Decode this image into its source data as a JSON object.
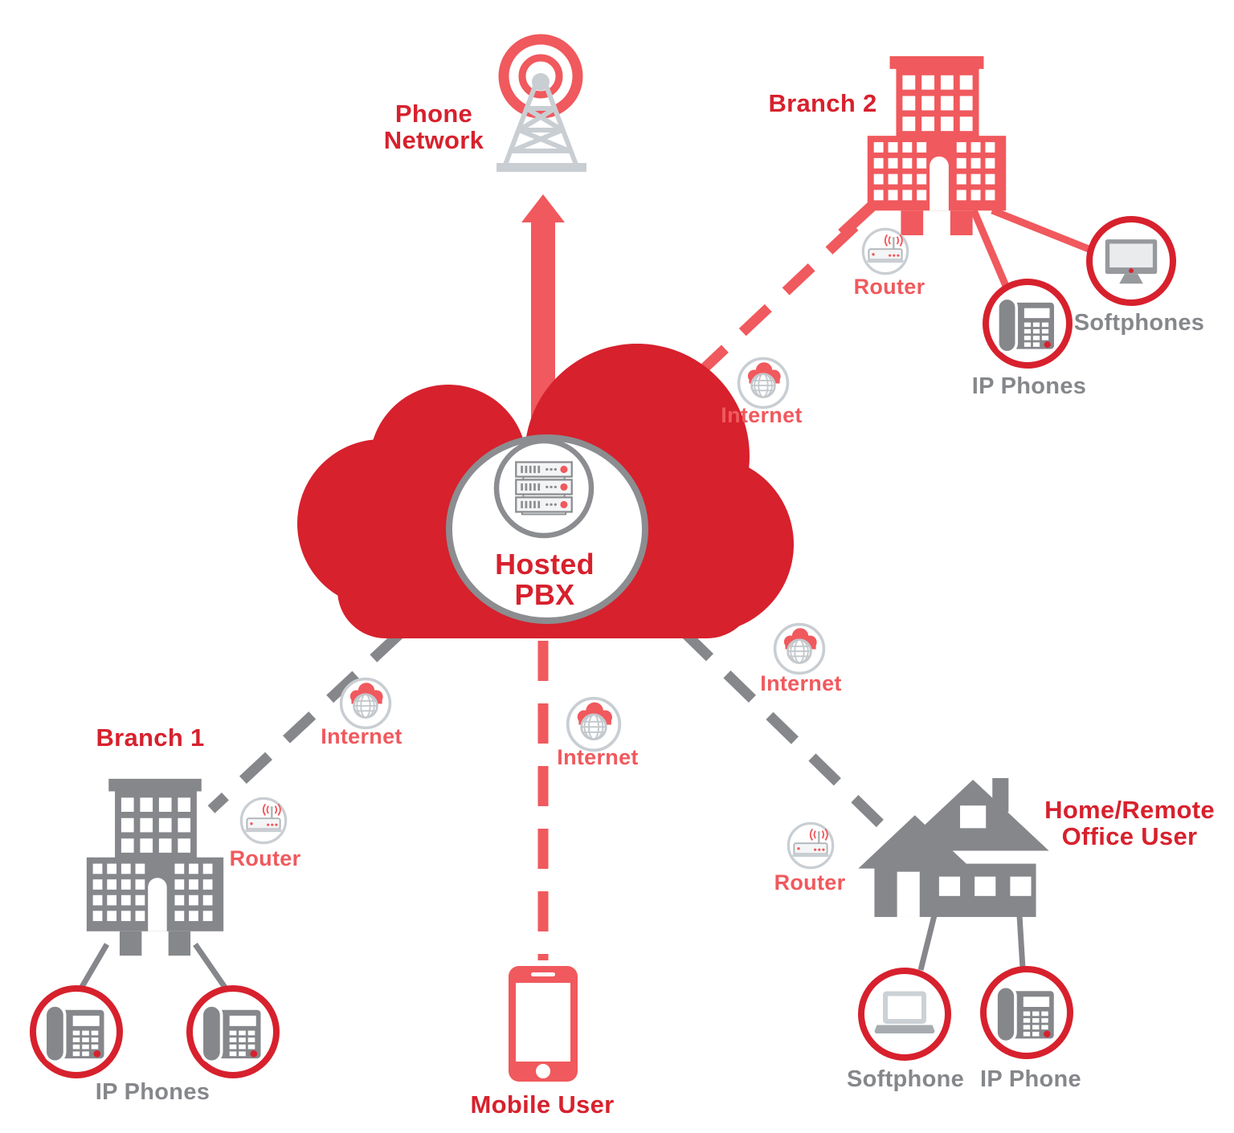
{
  "title": "Hosted PBX Network Diagram",
  "colors": {
    "brand_red": "#d7212d",
    "coral": "#f0595d",
    "gray": "#85878b",
    "light_gray": "#c9ced3",
    "white": "#ffffff"
  },
  "nodes": {
    "phone_network": {
      "label_line1": "Phone",
      "label_line2": "Network"
    },
    "hosted_pbx": {
      "label_line1": "Hosted",
      "label_line2": "PBX"
    },
    "branch2": {
      "label": "Branch 2",
      "router_label": "Router",
      "internet_label": "Internet",
      "softphones_label": "Softphones",
      "ip_phones_label": "IP Phones"
    },
    "branch1": {
      "label": "Branch 1",
      "router_label": "Router",
      "internet_label": "Internet",
      "ip_phones_label": "IP Phones"
    },
    "mobile": {
      "label": "Mobile User",
      "internet_label": "Internet"
    },
    "home": {
      "label_line1": "Home/Remote",
      "label_line2": "Office User",
      "router_label": "Router",
      "internet_label": "Internet",
      "softphone_label": "Softphone",
      "ip_phone_label": "IP Phone"
    }
  }
}
